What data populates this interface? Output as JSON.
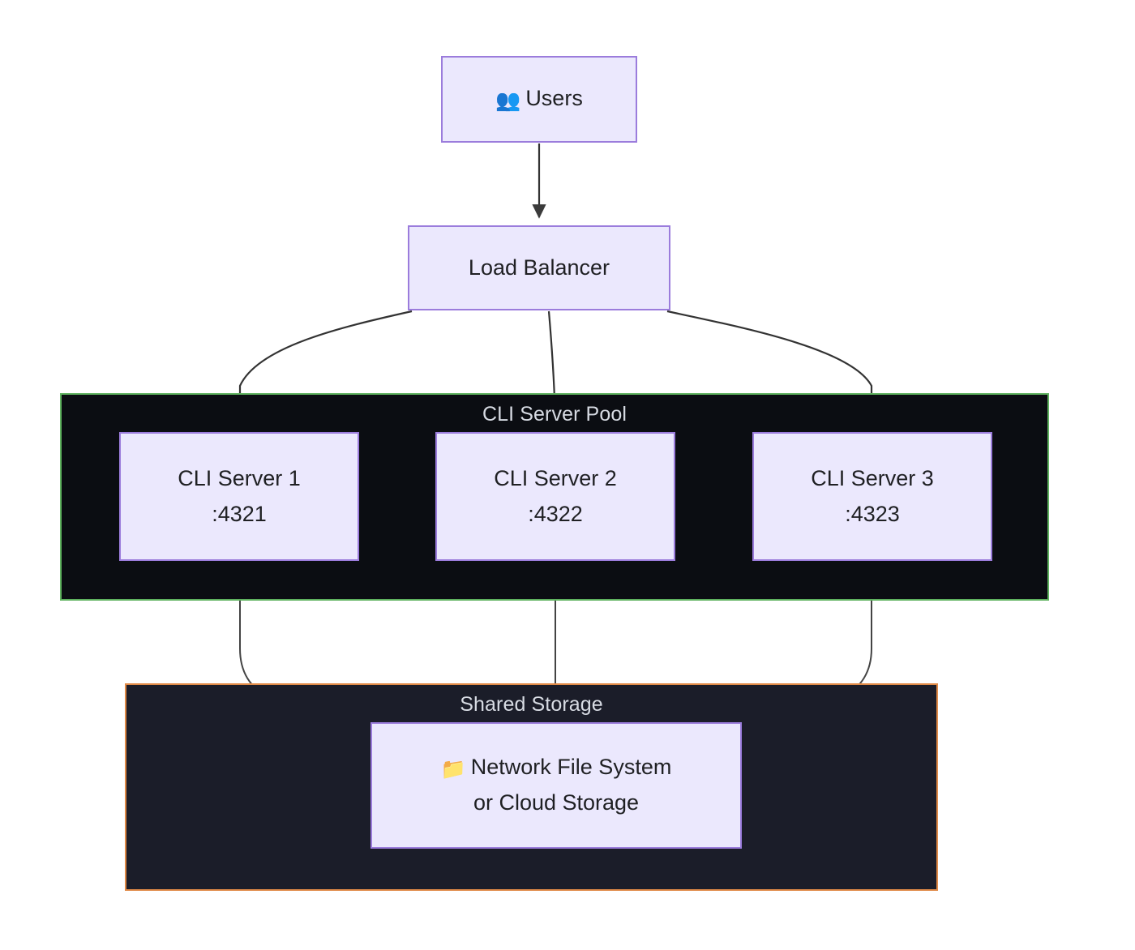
{
  "diagram": {
    "type": "flowchart",
    "direction": "top-down",
    "background_color": "#ffffff",
    "node_fill": "#ebe8fd",
    "node_stroke": "#9b7cdc",
    "node_text_color": "#1f2023",
    "edge_color": "#333333",
    "clusters": [
      {
        "id": "cli-server-pool",
        "label": "CLI Server Pool",
        "fill": "#0b0d12",
        "stroke": "#5fb25f",
        "label_color": "#d7dbe3"
      },
      {
        "id": "shared-storage",
        "label": "Shared Storage",
        "fill": "#1b1d29",
        "stroke": "#e08a47",
        "label_color": "#d7dbe3"
      }
    ],
    "nodes": [
      {
        "id": "users",
        "icon": "busts-in-silhouette-icon",
        "emoji": "👥",
        "lines": [
          "Users"
        ]
      },
      {
        "id": "load-balancer",
        "icon": null,
        "emoji": "",
        "lines": [
          "Load Balancer"
        ]
      },
      {
        "id": "cli-server-1",
        "icon": null,
        "emoji": "",
        "lines": [
          "CLI Server 1",
          ":4321"
        ]
      },
      {
        "id": "cli-server-2",
        "icon": null,
        "emoji": "",
        "lines": [
          "CLI Server 2",
          ":4322"
        ]
      },
      {
        "id": "cli-server-3",
        "icon": null,
        "emoji": "",
        "lines": [
          "CLI Server 3",
          ":4323"
        ]
      },
      {
        "id": "shared-storage-box",
        "icon": "folder-icon",
        "emoji": "📁",
        "lines": [
          "Network File System",
          "or Cloud Storage"
        ]
      }
    ],
    "edges": [
      {
        "from": "users",
        "to": "load-balancer",
        "arrow": "end"
      },
      {
        "from": "load-balancer",
        "to": "cli-server-1",
        "arrow": "end"
      },
      {
        "from": "load-balancer",
        "to": "cli-server-2",
        "arrow": "end"
      },
      {
        "from": "load-balancer",
        "to": "cli-server-3",
        "arrow": "end"
      },
      {
        "from": "cli-server-1",
        "to": "shared-storage-box",
        "arrow": "end"
      },
      {
        "from": "cli-server-2",
        "to": "shared-storage-box",
        "arrow": "end"
      },
      {
        "from": "cli-server-3",
        "to": "shared-storage-box",
        "arrow": "end"
      }
    ]
  }
}
